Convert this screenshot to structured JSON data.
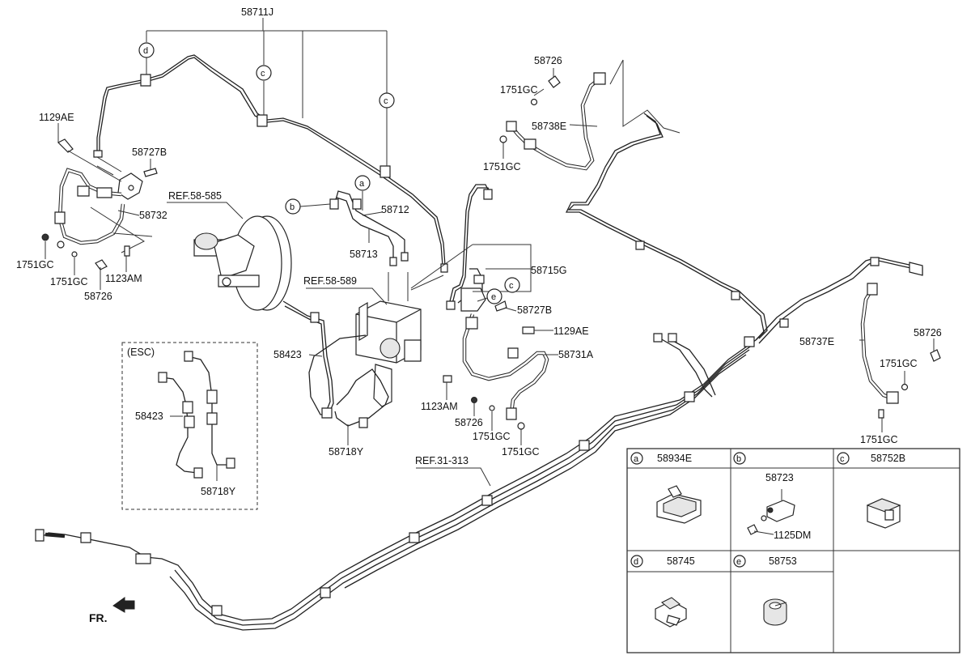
{
  "labels": {
    "p58711J": "58711J",
    "p1129AE_l": "1129AE",
    "p58727B_l": "58727B",
    "p58732": "58732",
    "p1751GC_l1": "1751GC",
    "p1751GC_l2": "1751GC",
    "p1123AM_l": "1123AM",
    "p58726_l": "58726",
    "ref58585": "REF.58-585",
    "ref58589": "REF.58-589",
    "ref31313": "REF.31-313",
    "p58712": "58712",
    "p58713": "58713",
    "p58423_m": "58423",
    "p58718Y_m": "58718Y",
    "p58715G": "58715G",
    "p58727B_r": "58727B",
    "p1129AE_r": "1129AE",
    "p58731A": "58731A",
    "p1123AM_r": "1123AM",
    "p58726_m": "58726",
    "p1751GC_m1": "1751GC",
    "p1751GC_m2": "1751GC",
    "p58726_top": "58726",
    "p1751GC_top1": "1751GC",
    "p58738E": "58738E",
    "p1751GC_top2": "1751GC",
    "p58737E": "58737E",
    "p58726_rr": "58726",
    "p1751GC_rr1": "1751GC",
    "p1751GC_rr2": "1751GC",
    "esc_title": "(ESC)",
    "p58423_esc": "58423",
    "p58718Y_esc": "58718Y",
    "fr": "FR."
  },
  "callouts": {
    "a": "a",
    "b": "b",
    "c": "c",
    "d": "d",
    "e": "e"
  },
  "legend": {
    "a_letter": "a",
    "a_part": "58934E",
    "b_letter": "b",
    "b_part": "58723",
    "b_sub": "1125DM",
    "c_letter": "c",
    "c_part": "58752B",
    "d_letter": "d",
    "d_part": "58745",
    "e_letter": "e",
    "e_part": "58753"
  }
}
